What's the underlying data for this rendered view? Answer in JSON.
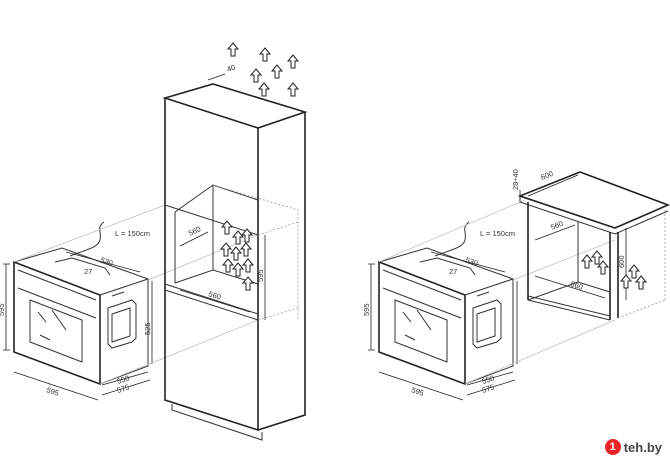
{
  "left_diagram": {
    "cable_label": "L = 150cm",
    "oven_depth": "530",
    "oven_panel": "27",
    "oven_height": "595",
    "oven_width": "595",
    "oven_side_height": "525",
    "oven_depth_body": "550",
    "oven_depth_total": "575",
    "vent_gap": "40",
    "niche_width_top": "560",
    "niche_width_bottom": "560",
    "niche_height": "595"
  },
  "right_diagram": {
    "cable_label": "L = 150cm",
    "oven_depth": "530",
    "oven_panel": "27",
    "oven_height": "595",
    "oven_width": "595",
    "oven_depth_body": "550",
    "oven_depth_total": "575",
    "worktop_gap": "28÷40",
    "worktop_depth": "600",
    "niche_width_top": "560",
    "niche_width_bottom": "560",
    "niche_height": "600"
  },
  "watermark": {
    "logo": "1",
    "text": "teh.by"
  }
}
